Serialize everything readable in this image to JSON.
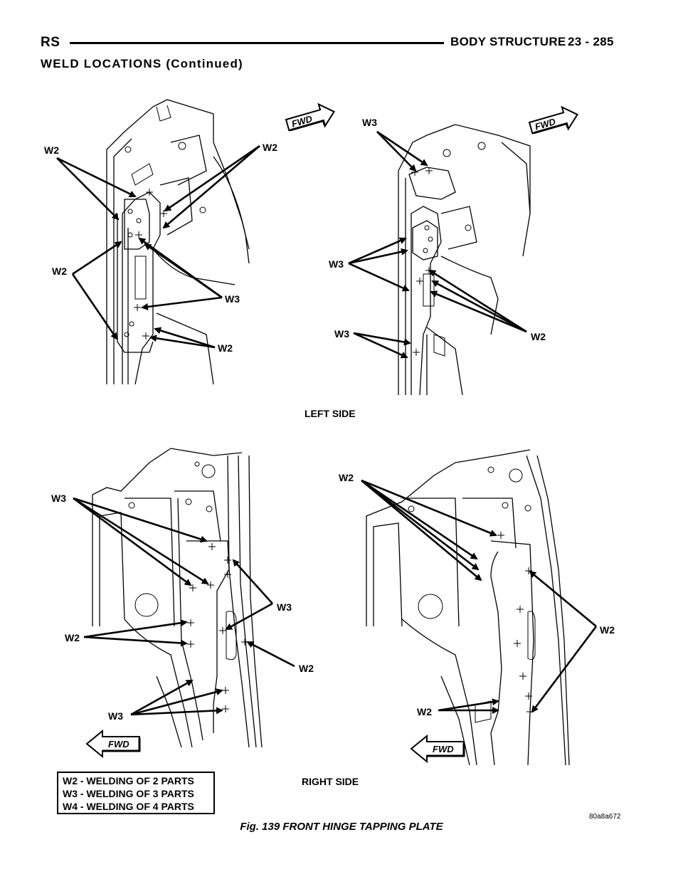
{
  "header": {
    "left": "RS",
    "section": "BODY STRUCTURE",
    "page": "23 - 285"
  },
  "subheading": "WELD LOCATIONS (Continued)",
  "figure": {
    "left_side_label": "LEFT SIDE",
    "right_side_label": "RIGHT SIDE",
    "fwd": "FWD",
    "callouts": {
      "w2": "W2",
      "w3": "W3"
    },
    "legend": [
      "W2 - WELDING OF 2 PARTS",
      "W3 - WELDING OF 3 PARTS",
      "W4 - WELDING OF 4 PARTS"
    ],
    "figure_id": "80a8a672",
    "caption": "Fig. 139 FRONT HINGE TAPPING PLATE"
  }
}
